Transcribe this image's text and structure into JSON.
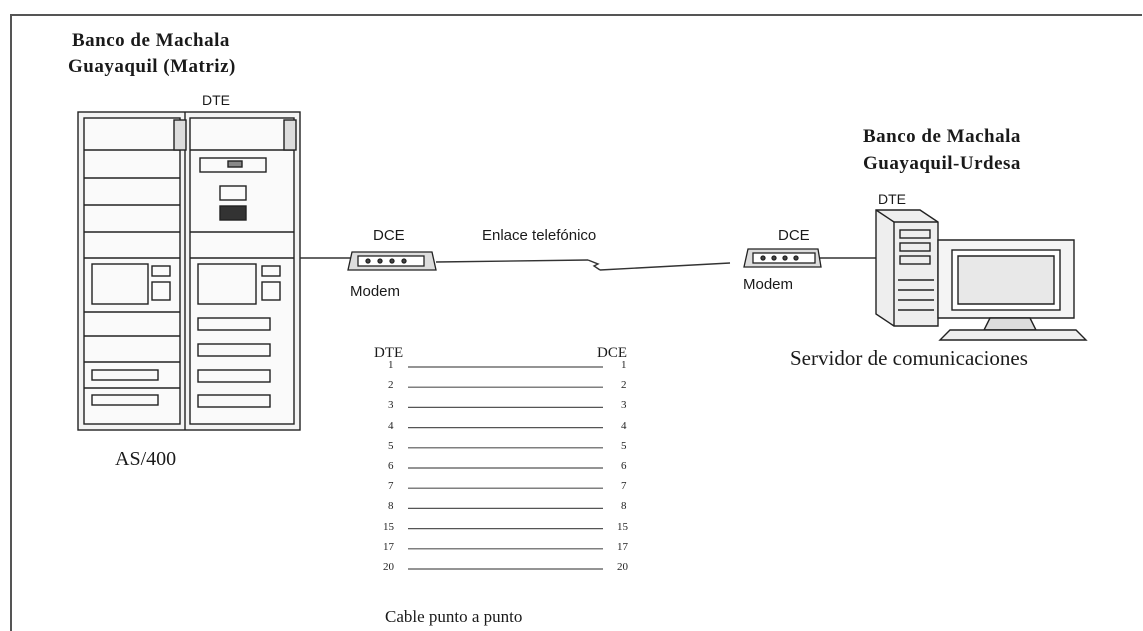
{
  "site_main": {
    "line1": "Banco de Machala",
    "line2": "Guayaquil (Matriz)",
    "device_label": "DTE",
    "system_name": "AS/400"
  },
  "site_remote": {
    "line1": "Banco de Machala",
    "line2": "Guayaquil-Urdesa",
    "device_label": "DTE",
    "server_name": "Servidor de comunicaciones"
  },
  "modem_left": {
    "type_label": "DCE",
    "name": "Modem"
  },
  "modem_right": {
    "type_label": "DCE",
    "name": "Modem"
  },
  "link_label": "Enlace telefónico",
  "cable": {
    "left_header": "DTE",
    "right_header": "DCE",
    "pins": [
      "1",
      "2",
      "3",
      "4",
      "5",
      "6",
      "7",
      "8",
      "15",
      "17",
      "20"
    ],
    "caption": "Cable punto a punto"
  }
}
